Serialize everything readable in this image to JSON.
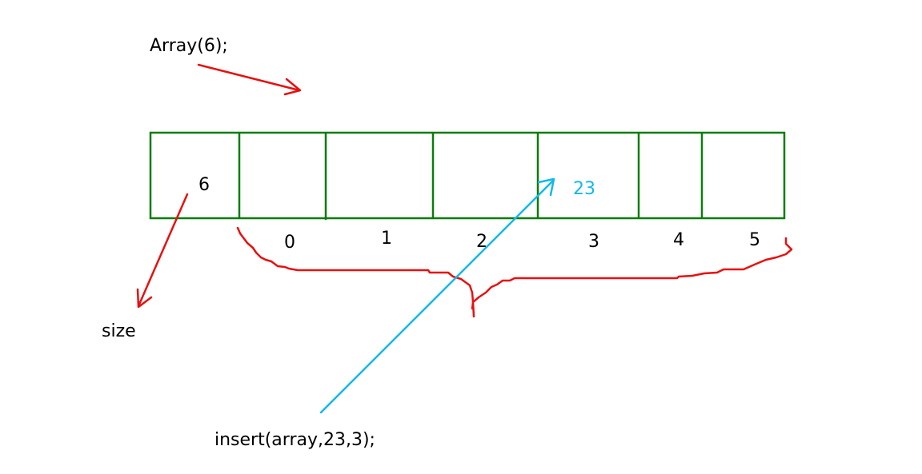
{
  "labels": {
    "constructor_call": "Array(6);",
    "size_value": "6",
    "size_label": "size",
    "inserted_value": "23",
    "insert_call": "insert(array,23,3);"
  },
  "indices": [
    "0",
    "1",
    "2",
    "3",
    "4",
    "5"
  ],
  "colors": {
    "cells": "#0a7d0a",
    "annotations": "#e81010",
    "insert_arrow": "#13b9ea",
    "text": "#000000"
  }
}
